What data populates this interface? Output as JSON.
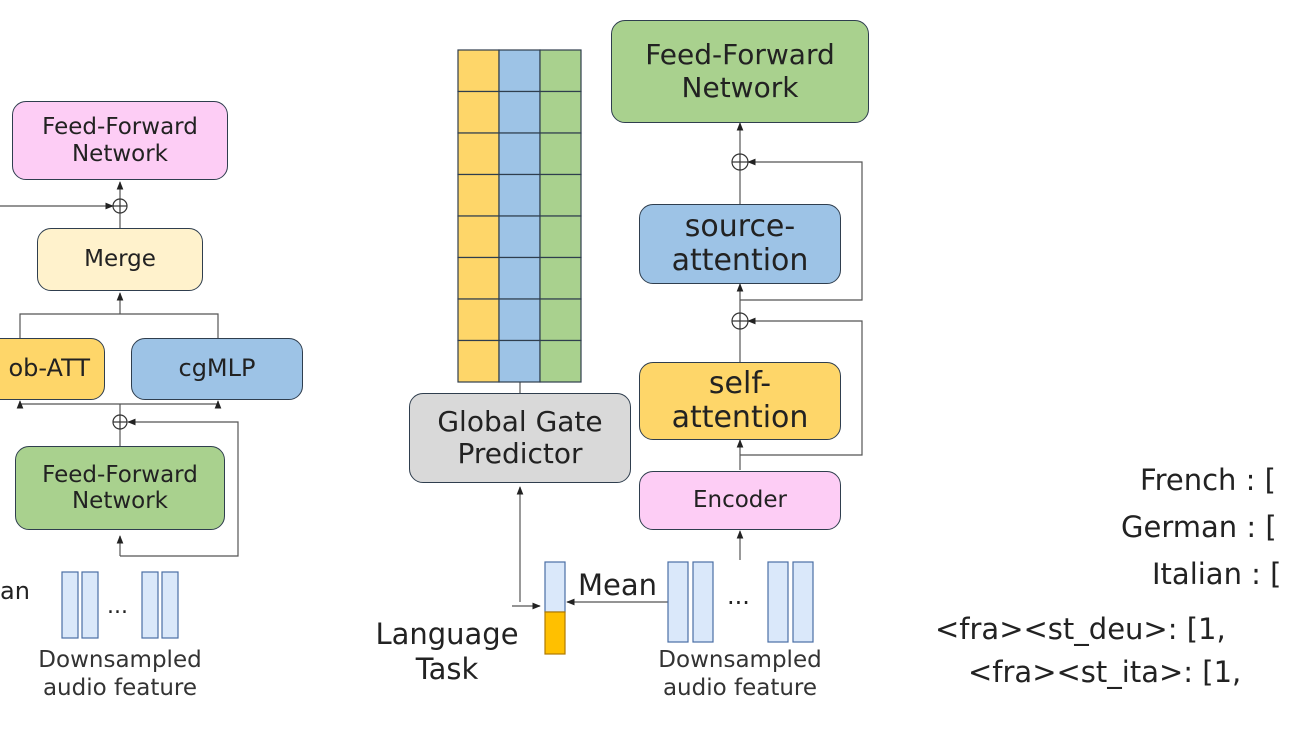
{
  "colors": {
    "pink": "#fdcdf5",
    "cream": "#fff2cc",
    "yellow": "#fed669",
    "blue": "#9dc3e6",
    "green": "#a9d18e",
    "gray": "#d9d9d9",
    "light_blue": "#dae8fa",
    "orange": "#ffc000"
  },
  "left": {
    "ffn_top": "Feed-Forward\nNetwork",
    "merge": "Merge",
    "sub_att": "ob-ATT",
    "cgmlp": "cgMLP",
    "ffn_bottom": "Feed-Forward\nNetwork",
    "mean": "an",
    "ellipsis": "...",
    "audio_label": "Downsampled\naudio feature"
  },
  "middle": {
    "gate_predictor": "Global Gate\nPredictor",
    "mean": "Mean",
    "ellipsis": "...",
    "language_task": "Language\nTask",
    "audio_label": "Downsampled\naudio feature",
    "gate_rows": 8,
    "gate_column_colors": [
      "yellow",
      "blue",
      "green"
    ]
  },
  "decoder": {
    "ffn": "Feed-Forward\nNetwork",
    "source_attention": "source-\nattention",
    "self_attention": "self-\nattention",
    "encoder": "Encoder"
  },
  "right": {
    "french": "French : [",
    "german": "German : [",
    "italian": "Italian : [",
    "fra_deu": "<fra><st_deu>: [1,",
    "fra_ita": "<fra><st_ita>: [1,"
  }
}
